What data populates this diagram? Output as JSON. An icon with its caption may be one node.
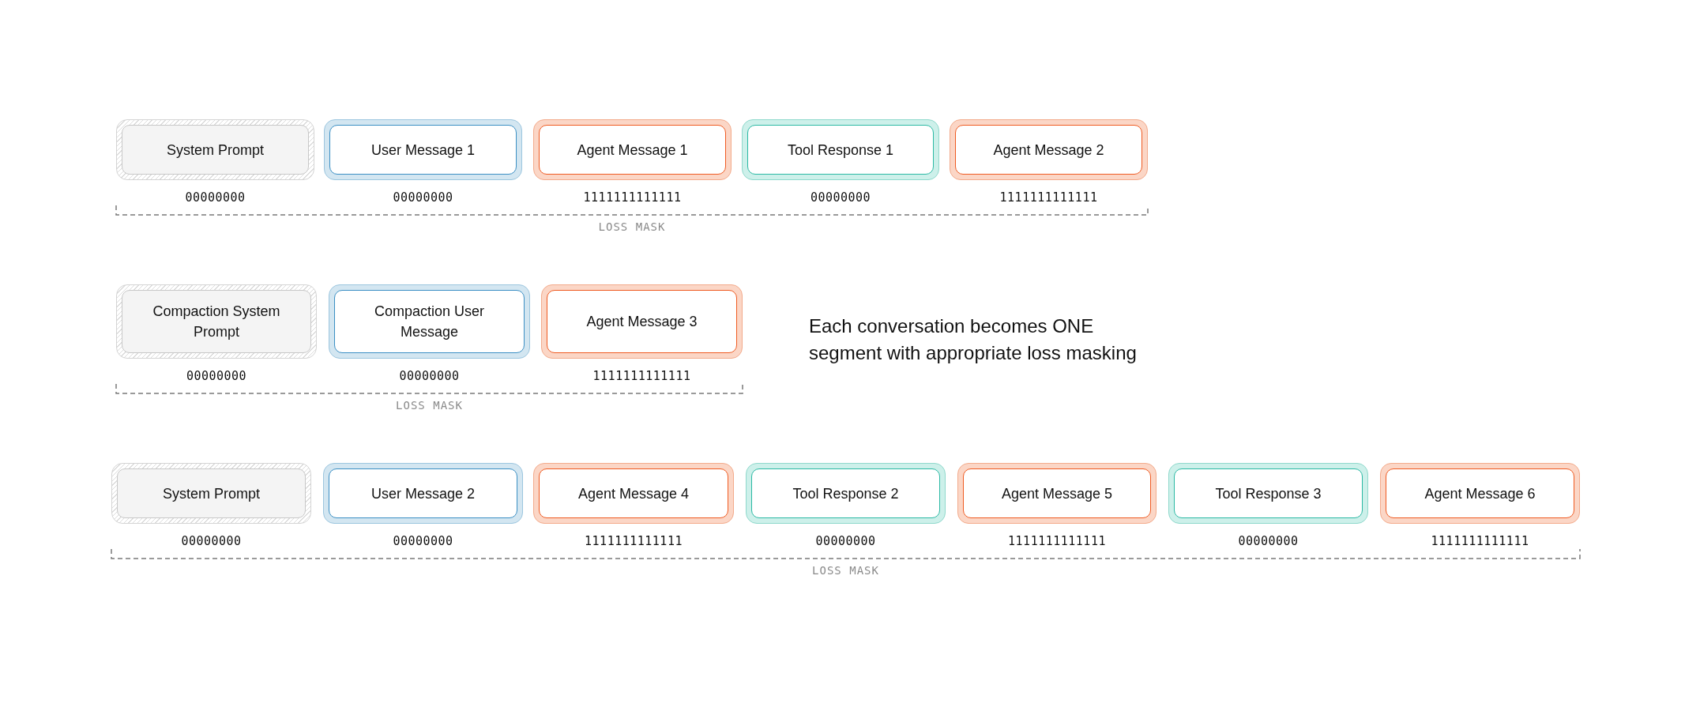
{
  "diagram": {
    "nodes": [
      {
        "text": [
          "System Prompt"
        ],
        "beside": [
          "00000000"
        ]
      },
      {
        "text": [
          "User Message 1"
        ],
        "beside": [
          "00000000"
        ]
      },
      {
        "text": [
          "Agent Message 1"
        ],
        "beside": [
          "1111111111111"
        ]
      },
      {
        "text": [
          "Tool Response 1"
        ],
        "beside": [
          "00000000"
        ]
      },
      {
        "text": [
          "Agent Message 2"
        ],
        "beside": [
          "1111111111111"
        ]
      },
      {
        "text": [
          "Compaction System Prompt"
        ],
        "beside": [
          "00000000"
        ]
      },
      {
        "text": [
          "Compaction User Message"
        ],
        "beside": [
          "00000000"
        ]
      },
      {
        "text": [
          "Agent Message 3"
        ],
        "beside": [
          "1111111111111"
        ]
      },
      {
        "text": [
          "System Prompt"
        ],
        "beside": [
          "00000000"
        ]
      },
      {
        "text": [
          "User Message 2"
        ],
        "beside": [
          "00000000"
        ]
      },
      {
        "text": [
          "Agent Message 4"
        ],
        "beside": [
          "1111111111111"
        ]
      },
      {
        "text": [
          "Tool Response 2"
        ],
        "beside": [
          "00000000"
        ]
      },
      {
        "text": [
          "Agent Message 5"
        ],
        "beside": [
          "1111111111111"
        ]
      },
      {
        "text": [
          "Tool Response 3"
        ],
        "beside": [
          "00000000"
        ]
      },
      {
        "text": [
          "Agent Message 6"
        ],
        "beside": [
          "1111111111111"
        ]
      }
    ],
    "labels": [
      "LOSS MASK",
      "Each conversation becomes ONE segment with appropriate loss masking",
      "LOSS MASK",
      "LOSS MASK"
    ]
  }
}
